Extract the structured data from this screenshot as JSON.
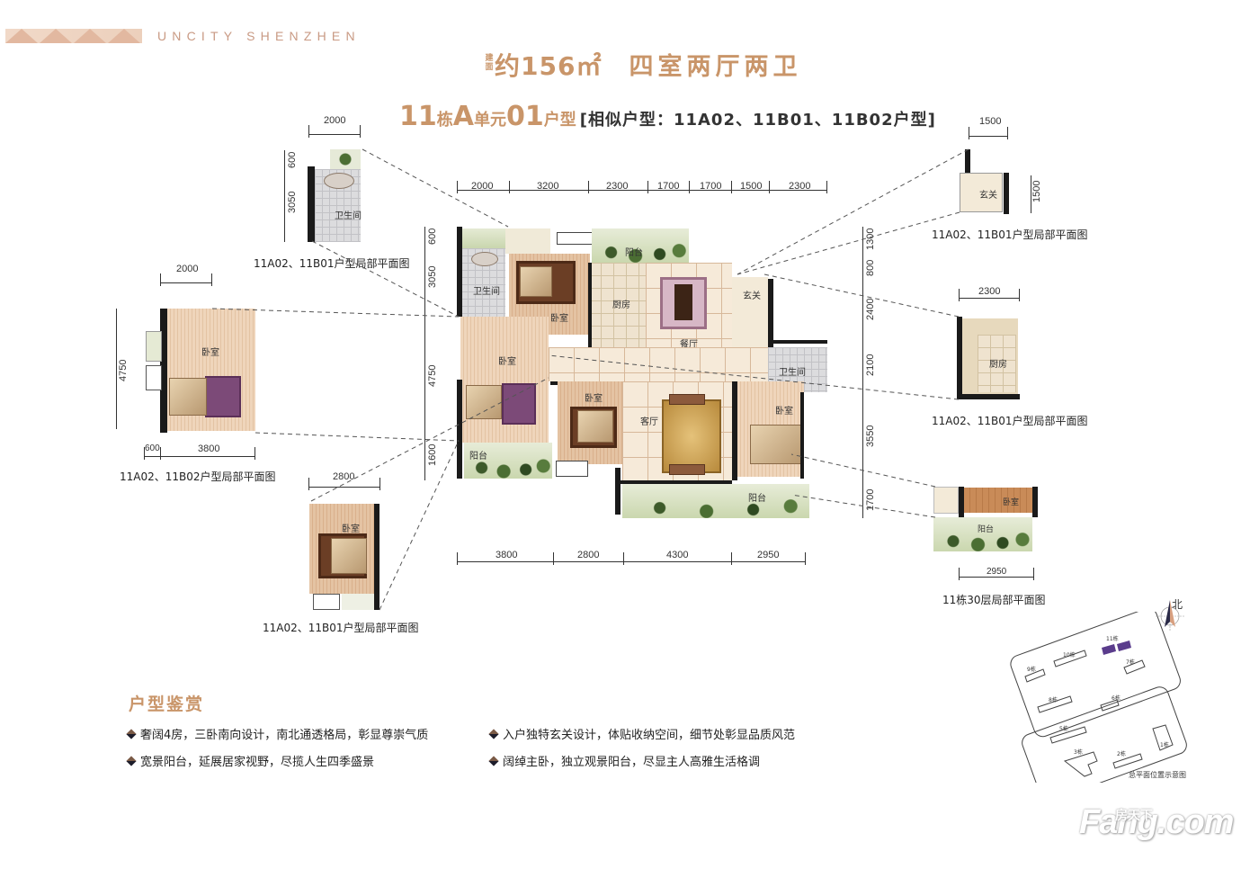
{
  "brand": {
    "name": "UNCITY SHENZHEN"
  },
  "headline": {
    "area_prefix_top": "建",
    "area_prefix_bottom": "面",
    "area": "约156㎡",
    "layout": "四室两厅两卫"
  },
  "unit": {
    "building_num": "11",
    "building_suffix": "栋",
    "unit_letter": "A",
    "unit_suffix": "单元",
    "room_num": "01",
    "room_suffix": "户型",
    "similar": "[相似户型：11A02、11B01、11B02户型]"
  },
  "main_plan": {
    "top_dims": [
      "2000",
      "3200",
      "2300",
      "1700",
      "1700",
      "1500",
      "2300"
    ],
    "bottom_dims": [
      "3800",
      "2800",
      "4300",
      "2950"
    ],
    "left_dims": [
      "600",
      "3050",
      "4750",
      "1600"
    ],
    "right_dims": [
      "1300",
      "800",
      "2400",
      "2100",
      "3550",
      "1700"
    ],
    "rooms": {
      "bathroom_1": "卫生间",
      "bedroom_master": "卧室",
      "kitchen": "厨房",
      "balcony_north": "阳台",
      "dining": "餐厅",
      "entrance": "玄关",
      "bedroom_west": "卧室",
      "bedroom_middle": "卧室",
      "living": "客厅",
      "bathroom_2": "卫生间",
      "bedroom_east": "卧室",
      "balcony_southwest": "阳台",
      "balcony_south": "阳台"
    }
  },
  "details": [
    {
      "title": "11A02、11B01户型局部平面图",
      "dims": [
        "2000",
        "600",
        "3050"
      ],
      "room": "卫生间"
    },
    {
      "title": "11A02、11B02户型局部平面图",
      "dims": [
        "2000",
        "4750",
        "600",
        "3800"
      ],
      "room": "卧室"
    },
    {
      "title": "11A02、11B01户型局部平面图",
      "dims": [
        "2800"
      ],
      "room": "卧室"
    },
    {
      "title": "11A02、11B01户型局部平面图",
      "dims": [
        "1500",
        "1500"
      ],
      "room": "玄关"
    },
    {
      "title": "11A02、11B01户型局部平面图",
      "dims": [
        "2300"
      ],
      "room": "厨房"
    },
    {
      "title": "11栋30层局部平面图",
      "dims": [
        "2950"
      ],
      "rooms": [
        "卧室",
        "阳台"
      ]
    }
  ],
  "features": {
    "title": "户型鉴赏",
    "items": [
      "奢阔4房，三卧南向设计，南北通透格局，彰显尊崇气质",
      "宽景阳台，延展居家视野，尽揽人生四季盛景",
      "入户独特玄关设计，体贴收纳空间，细节处彰显品质风范",
      "阔绰主卧，独立观景阳台，尽显主人高雅生活格调"
    ]
  },
  "site_map": {
    "caption": "总平面位置示意图",
    "north": "北",
    "buildings": [
      "11栋",
      "10栋",
      "9栋",
      "7栋",
      "8栋",
      "6栋",
      "5栋",
      "3栋",
      "2栋",
      "1栋"
    ]
  },
  "watermark": {
    "cn": "房天下",
    "en": "Fang.com"
  },
  "colors": {
    "accent_gold": "#c99569",
    "brand_pink": "#c99a84",
    "text_dark": "#222222"
  }
}
